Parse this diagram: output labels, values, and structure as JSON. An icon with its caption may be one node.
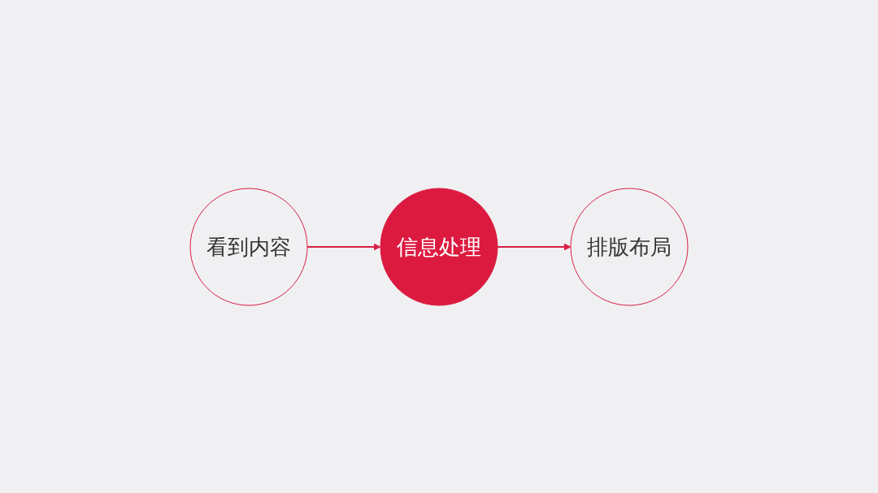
{
  "diagram": {
    "nodes": [
      {
        "text": [
          "看到内容"
        ]
      },
      {
        "text": [
          "信息处理"
        ]
      },
      {
        "text": [
          "排版布局"
        ]
      }
    ],
    "edges": [
      {
        "from": 0,
        "to": 1,
        "arrow": "to"
      },
      {
        "from": 1,
        "to": 2,
        "arrow": "to"
      }
    ]
  }
}
